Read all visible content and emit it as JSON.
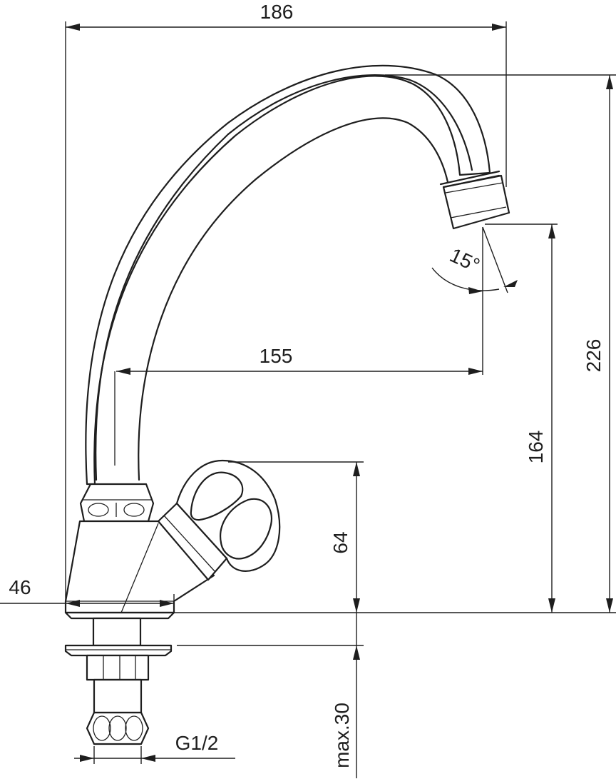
{
  "diagram": {
    "dimensions": {
      "width_top": "186",
      "height_total": "226",
      "spout_reach": "155",
      "outlet_height": "164",
      "handle_height": "64",
      "base_width": "46",
      "shank_length": "max.30",
      "thread": "G1/2",
      "outlet_angle": "15°"
    }
  }
}
